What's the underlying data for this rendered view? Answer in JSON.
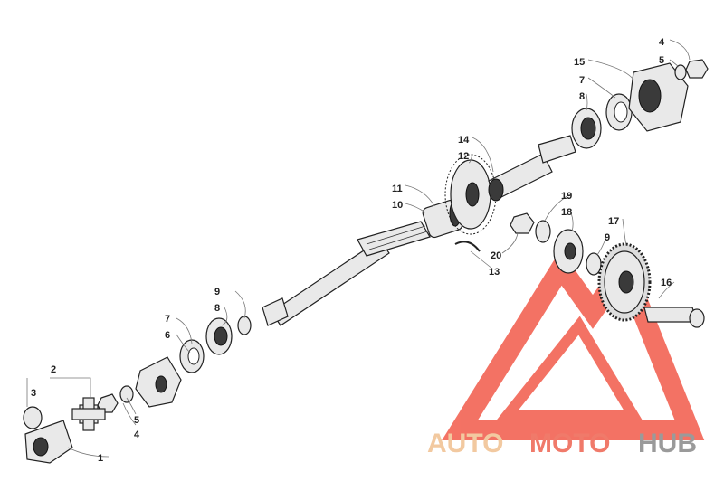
{
  "diagram": {
    "callouts": [
      {
        "id": "c-1",
        "text": "1"
      },
      {
        "id": "c-2",
        "text": "2"
      },
      {
        "id": "c-3",
        "text": "3"
      },
      {
        "id": "c-4a",
        "text": "4"
      },
      {
        "id": "c-5a",
        "text": "5"
      },
      {
        "id": "c-6",
        "text": "6"
      },
      {
        "id": "c-7a",
        "text": "7"
      },
      {
        "id": "c-8a",
        "text": "8"
      },
      {
        "id": "c-9a",
        "text": "9"
      },
      {
        "id": "c-10",
        "text": "10"
      },
      {
        "id": "c-11",
        "text": "11"
      },
      {
        "id": "c-12",
        "text": "12"
      },
      {
        "id": "c-13",
        "text": "13"
      },
      {
        "id": "c-14",
        "text": "14"
      },
      {
        "id": "c-15",
        "text": "15"
      },
      {
        "id": "c-7b",
        "text": "7"
      },
      {
        "id": "c-8b",
        "text": "8"
      },
      {
        "id": "c-4b",
        "text": "4"
      },
      {
        "id": "c-5b",
        "text": "5"
      },
      {
        "id": "c-16",
        "text": "16"
      },
      {
        "id": "c-17",
        "text": "17"
      },
      {
        "id": "c-9b",
        "text": "9"
      },
      {
        "id": "c-18",
        "text": "18"
      },
      {
        "id": "c-19",
        "text": "19"
      },
      {
        "id": "c-20",
        "text": "20"
      }
    ]
  },
  "watermark": {
    "word_auto": "AUTO",
    "word_moto": "MOTO",
    "word_hub": "HUB",
    "colors": {
      "auto": "#f2c9a0",
      "moto": "#f07a6a",
      "hub": "#9a9a9a",
      "logo": "#f25a4a"
    }
  }
}
